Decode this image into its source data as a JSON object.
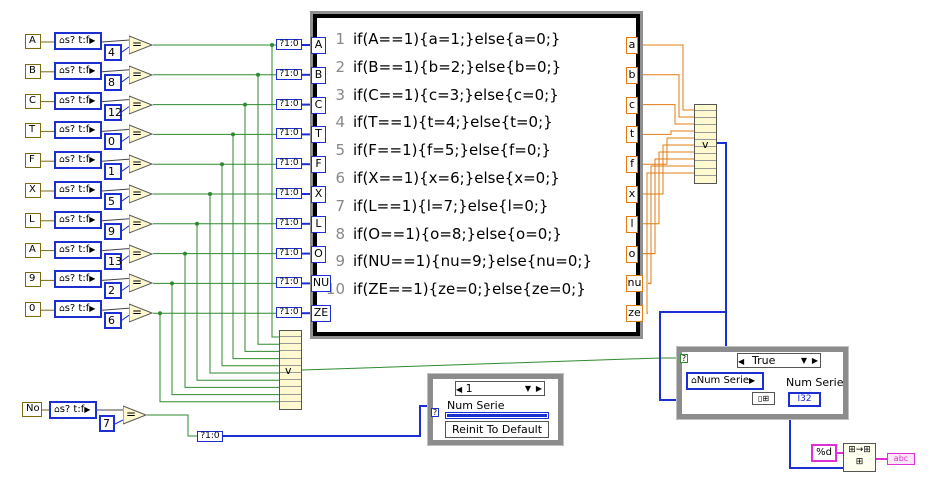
{
  "diagram": {
    "rows": [
      {
        "char": "A",
        "num": "4",
        "term": "A",
        "out": "a",
        "code_num": "1",
        "code": "if(A==1){a=1;}else{a=0;}"
      },
      {
        "char": "B",
        "num": "8",
        "term": "B",
        "out": "b",
        "code_num": "2",
        "code": "if(B==1){b=2;}else{b=0;}"
      },
      {
        "char": "C",
        "num": "12",
        "term": "C",
        "out": "c",
        "code_num": "3",
        "code": "if(C==1){c=3;}else{c=0;}"
      },
      {
        "char": "T",
        "num": "0",
        "term": "T",
        "out": "t",
        "code_num": "4",
        "code": "if(T==1){t=4;}else{t=0;}"
      },
      {
        "char": "F",
        "num": "1",
        "term": "F",
        "out": "f",
        "code_num": "5",
        "code": "if(F==1){f=5;}else{f=0;}"
      },
      {
        "char": "X",
        "num": "5",
        "term": "X",
        "out": "x",
        "code_num": "6",
        "code": "if(X==1){x=6;}else{x=0;}"
      },
      {
        "char": "L",
        "num": "9",
        "term": "L",
        "out": "l",
        "code_num": "7",
        "code": "if(L==1){l=7;}else{l=0;}"
      },
      {
        "char": "A",
        "num": "13",
        "term": "O",
        "out": "o",
        "code_num": "8",
        "code": "if(O==1){o=8;}else{o=0;}"
      },
      {
        "char": "9",
        "num": "2",
        "term": "NU",
        "out": "nu",
        "code_num": "9",
        "code": "if(NU==1){nu=9;}else{nu=0;}"
      },
      {
        "char": "0",
        "num": "6",
        "term": "ZE",
        "out": "ze",
        "code_num": "10",
        "code": "if(ZE==1){ze=0;}else{ze=0;}"
      }
    ],
    "char_func_label": "s? t:f",
    "bool_select_label": "?1:0",
    "equal_sign": "=",
    "or_sign": "v",
    "bottom_row": {
      "char": "No",
      "num": "7"
    },
    "middle_case": {
      "selector": "1",
      "label": "Num Serie",
      "button": "Reinit To Default"
    },
    "right_case": {
      "selector": "True",
      "control": "Num Serie",
      "indicator_label": "Num Serie",
      "indicator_type": "I32",
      "format": "%d",
      "string_type": "abc"
    },
    "colors": {
      "bool_wire": "#2f8a2f",
      "numeric_wire": "#1c2fd2",
      "orange": "#e37b12",
      "string_wire": "#e02fd2"
    }
  }
}
